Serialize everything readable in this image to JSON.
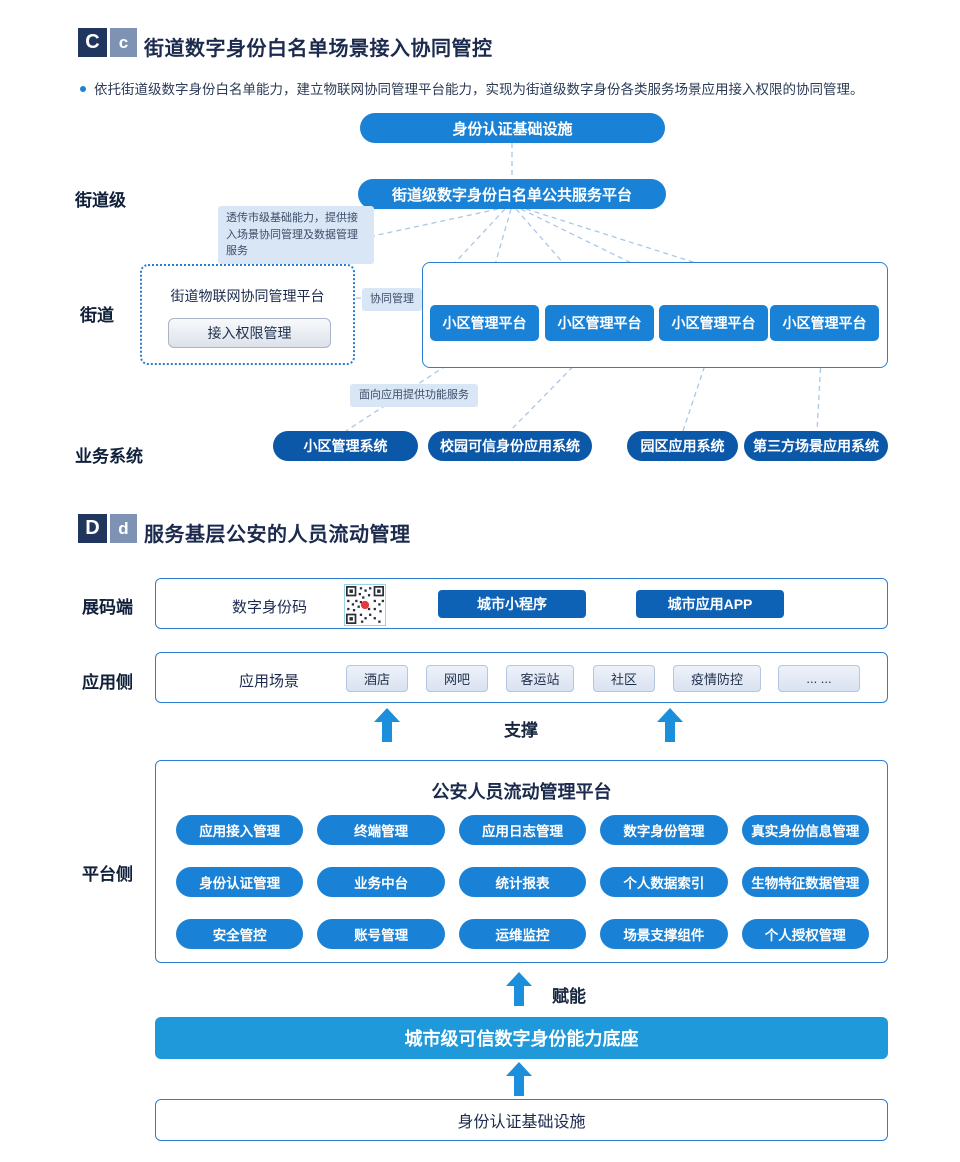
{
  "colors": {
    "primary_blue": "#1a82d6",
    "dark_blue": "#0b57a8",
    "capability_bar_blue": "#1f99da",
    "arrow_blue": "#1b8fdb",
    "note_bg": "#d8e6f5",
    "badge_navy": "#21365f",
    "badge_slate": "#7e93b4"
  },
  "section_c": {
    "badge_upper": "C",
    "badge_lower": "c",
    "title": "街道数字身份白名单场景接入协同管控",
    "bullet": "依托街道级数字身份白名单能力，建立物联网协同管理平台能力，实现为街道级数字身份各类服务场景应用接入权限的协同管理。",
    "row_labels": {
      "street_level": "街道级",
      "street": "街道",
      "business_system": "业务系统"
    },
    "top_node": "身份认证基础设施",
    "platform_node": "街道级数字身份白名单公共服务平台",
    "note_passthrough": "透传市级基础能力，提供接入场景协同管理及数据管理服务",
    "iot_box": {
      "title": "街道物联网协同管理平台",
      "button": "接入权限管理"
    },
    "note_collaborate": "协同管理",
    "community_platforms": [
      "小区管理平台",
      "小区管理平台",
      "小区管理平台",
      "小区管理平台"
    ],
    "note_app_service": "面向应用提供功能服务",
    "systems": [
      "小区管理系统",
      "校园可信身份应用系统",
      "园区应用系统",
      "第三方场景应用系统"
    ]
  },
  "section_d": {
    "badge_upper": "D",
    "badge_lower": "d",
    "title": "服务基层公安的人员流动管理",
    "row_labels": {
      "code": "展码端",
      "app": "应用侧",
      "platform": "平台侧"
    },
    "code_row": {
      "label": "数字身份码",
      "qr_icon": "qr-code",
      "buttons": [
        "城市小程序",
        "城市应用APP"
      ]
    },
    "app_row": {
      "label": "应用场景",
      "scenes": [
        "酒店",
        "网吧",
        "客运站",
        "社区",
        "疫情防控",
        "... ..."
      ]
    },
    "support_label": "支撑",
    "platform_box": {
      "title": "公安人员流动管理平台",
      "modules": [
        "应用接入管理",
        "终端管理",
        "应用日志管理",
        "数字身份管理",
        "真实身份信息管理",
        "身份认证管理",
        "业务中台",
        "统计报表",
        "个人数据索引",
        "生物特征数据管理",
        "安全管控",
        "账号管理",
        "运维监控",
        "场景支撑组件",
        "个人授权管理"
      ]
    },
    "enable_label": "赋能",
    "capability_bar": "城市级可信数字身份能力底座",
    "infra_box": "身份认证基础设施"
  }
}
